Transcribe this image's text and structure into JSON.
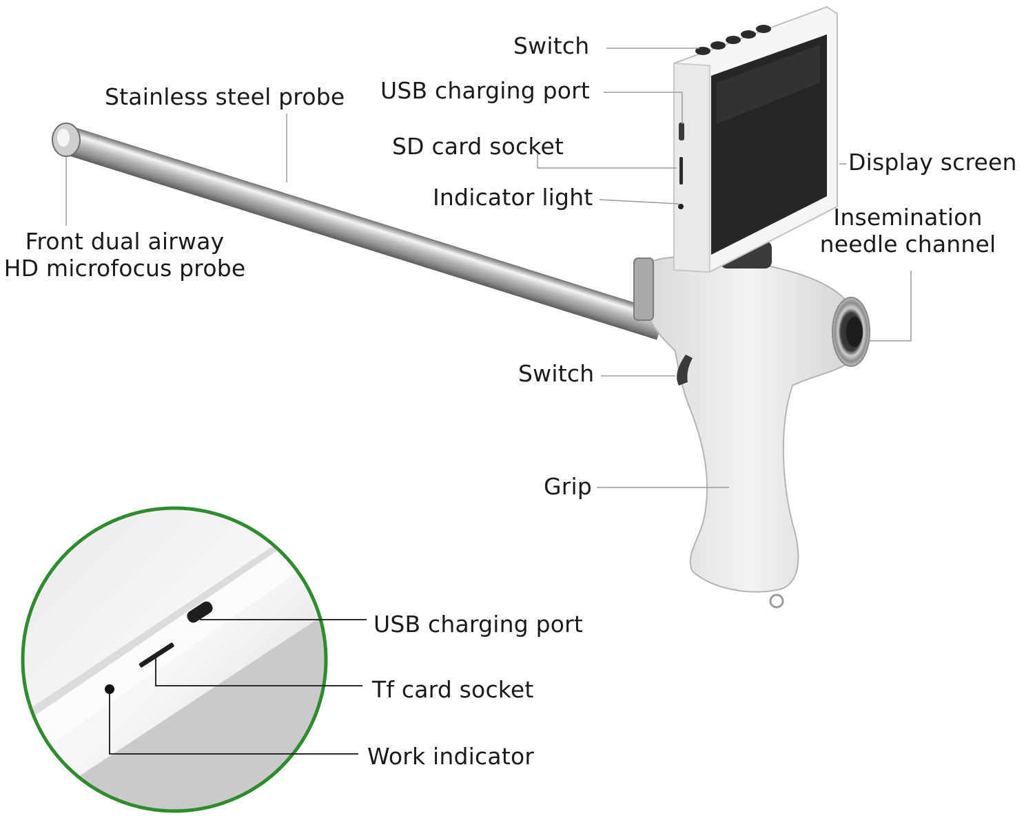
{
  "labels": {
    "switch_top": "Switch",
    "usb_port_top": "USB charging port",
    "stainless_probe": "Stainless steel probe",
    "sd_socket": "SD card socket",
    "display_screen": "Display screen",
    "indicator_light": "Indicator light",
    "insemination_line1": "Insemination",
    "insemination_line2": "needle channel",
    "front_probe_line1": "Front dual airway",
    "front_probe_line2": "HD microfocus probe",
    "switch_trigger": "Switch",
    "grip": "Grip",
    "usb_port_detail": "USB charging port",
    "tf_socket": "Tf card socket",
    "work_indicator": "Work indicator"
  },
  "colors": {
    "detail_ring": "#2e8b2e",
    "body_white": "#f2f2f2",
    "screen_dark": "#262626",
    "leader_line": "#9a9a9a"
  }
}
